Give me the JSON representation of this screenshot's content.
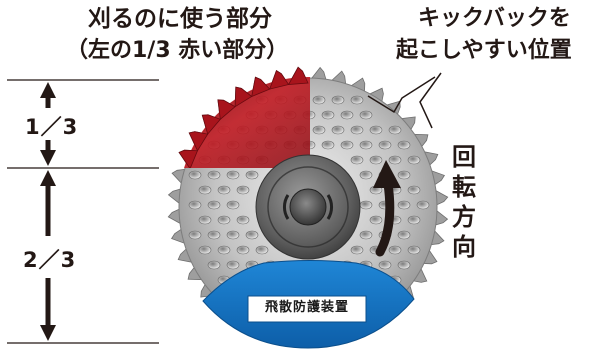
{
  "cutting_part": {
    "title": "刈るのに使う部分",
    "subtitle": "（左の1/3 赤い部分）"
  },
  "kickback": {
    "line1": "キックバックを",
    "line2": "起こしやすい位置"
  },
  "rotation": {
    "chars": [
      "回",
      "転",
      "方",
      "向"
    ]
  },
  "scale": {
    "upper": "1／3",
    "lower": "2／3"
  },
  "guard": {
    "label": "飛散防護装置"
  },
  "colors": {
    "cutting_zone": "#b3121c",
    "guard": "#1572c2",
    "blade_metal": "#b9b9b9",
    "text": "#231815"
  }
}
